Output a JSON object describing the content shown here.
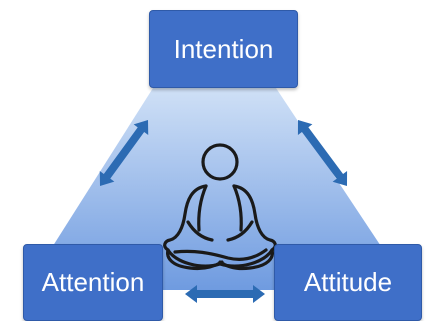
{
  "diagram": {
    "nodes": {
      "top": {
        "label": "Intention"
      },
      "left": {
        "label": "Attention"
      },
      "right": {
        "label": "Attitude"
      }
    },
    "center_figure": {
      "icon": "meditating-person-icon"
    },
    "connectors": [
      {
        "from": "Intention",
        "to": "Attention",
        "style": "double-arrow"
      },
      {
        "from": "Intention",
        "to": "Attitude",
        "style": "double-arrow"
      },
      {
        "from": "Attention",
        "to": "Attitude",
        "style": "double-arrow"
      }
    ]
  },
  "colors": {
    "node_fill": "#3f6fc8",
    "node_border": "#2f5aa8",
    "arrow": "#2c6bb3",
    "triangle_top": "#cfe0f6",
    "triangle_bottom": "#6f9be0",
    "figure_stroke": "#1a1a1a",
    "figure_fill": "#ffffff"
  }
}
